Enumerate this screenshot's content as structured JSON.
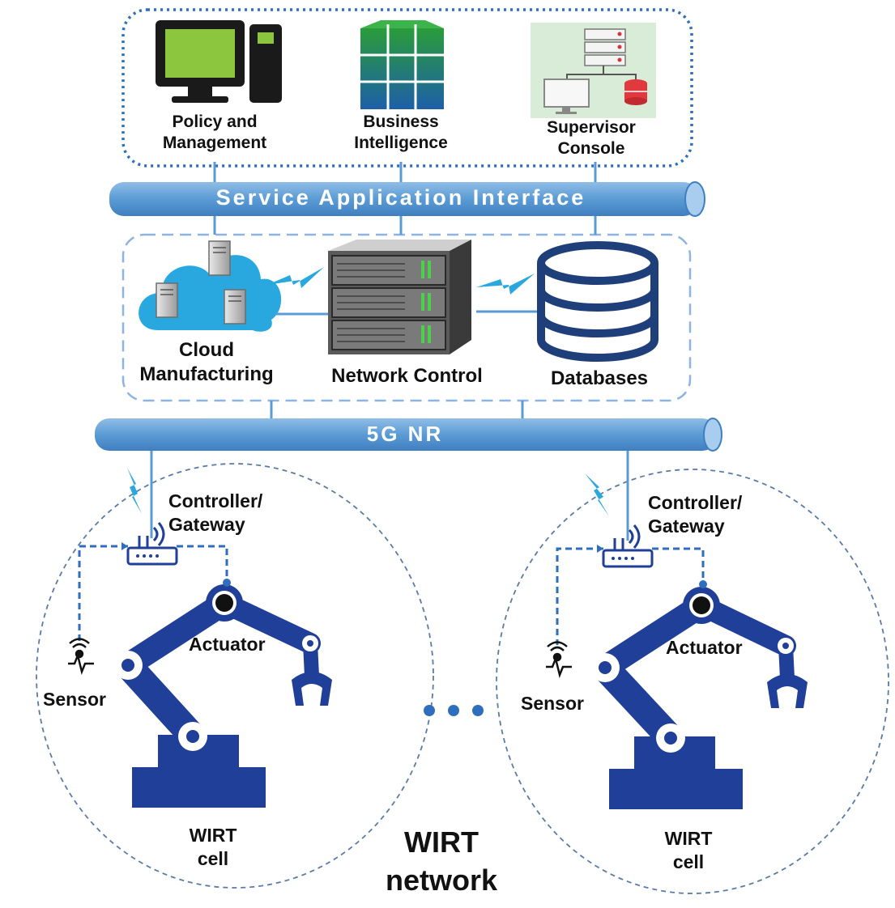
{
  "top_layer": {
    "policy": {
      "line1": "Policy and",
      "line2": "Management"
    },
    "business": {
      "line1": "Business",
      "line2": "Intelligence"
    },
    "supervisor": {
      "line1": "Supervisor",
      "line2": "Console"
    }
  },
  "service_bus": {
    "label": "Service Application Interface"
  },
  "middle_layer": {
    "cloud": {
      "line1": "Cloud",
      "line2": "Manufacturing"
    },
    "network_control": {
      "label": "Network Control"
    },
    "databases": {
      "label": "Databases"
    }
  },
  "radio_bus": {
    "label": "5G NR"
  },
  "cells": [
    {
      "controller": {
        "line1": "Controller/",
        "line2": "Gateway"
      },
      "actuator": "Actuator",
      "sensor": "Sensor",
      "cell_label": {
        "line1": "WIRT",
        "line2": "cell"
      }
    },
    {
      "controller": {
        "line1": "Controller/",
        "line2": "Gateway"
      },
      "actuator": "Actuator",
      "sensor": "Sensor",
      "cell_label": {
        "line1": "WIRT",
        "line2": "cell"
      }
    }
  ],
  "network": {
    "line1": "WIRT",
    "line2": "network"
  },
  "colors": {
    "pipe": "#5b9bd5",
    "pipe_dark": "#2e6da4",
    "robot": "#1f3f99",
    "dashed": "#2f6ebc",
    "cell_border": "#5a7ba8",
    "monitor_screen": "#8cc63f",
    "cloud": "#29a8e0"
  },
  "icons": [
    "monitor-icon",
    "cube-grid-icon",
    "supervisor-console-icon",
    "cloud-icon",
    "server-rack-icon",
    "database-icon",
    "lightning-icon",
    "router-icon",
    "robot-arm-icon",
    "sensor-icon"
  ]
}
